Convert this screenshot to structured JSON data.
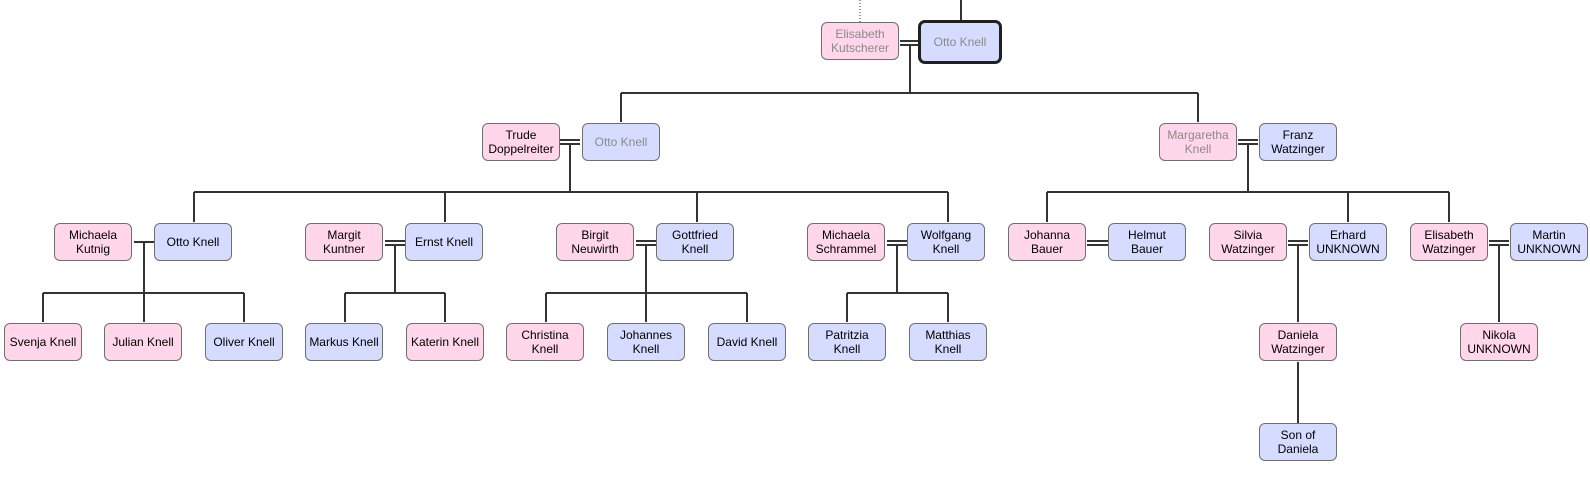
{
  "colors": {
    "female": "#ffd6ea",
    "male": "#d6dcff",
    "line": "#333333"
  },
  "tree": {
    "root_couple": {
      "wife": "Elisabeth Kutscherer",
      "husband": "Otto Knell"
    },
    "gen1_left": {
      "wife": "Trude Doppelreiter",
      "husband": "Otto Knell"
    },
    "gen1_right": {
      "wife": "Margaretha Knell",
      "husband": "Franz Watzinger"
    },
    "gen2": [
      {
        "wife": "Michaela Kutnig",
        "husband": "Otto Knell",
        "children": [
          "Svenja Knell",
          "Julian Knell",
          "Oliver Knell"
        ]
      },
      {
        "wife": "Margit Kuntner",
        "husband": "Ernst Knell",
        "children": [
          "Markus Knell",
          "Katerin Knell"
        ]
      },
      {
        "wife": "Birgit Neuwirth",
        "husband": "Gottfried Knell",
        "children": [
          "Christina Knell",
          "Johannes Knell",
          "David Knell"
        ]
      },
      {
        "wife": "Michaela Schrammel",
        "husband": "Wolfgang Knell",
        "children": [
          "Patritzia Knell",
          "Matthias Knell"
        ]
      },
      {
        "wife": "Johanna Bauer",
        "husband": "Helmut Bauer",
        "children": []
      },
      {
        "wife": "Silvia Watzinger",
        "husband": "Erhard UNKNOWN",
        "children": [
          "Daniela Watzinger"
        ]
      },
      {
        "wife": "Elisabeth Watzinger",
        "husband": "Martin UNKNOWN",
        "children": [
          "Nikola UNKNOWN"
        ]
      }
    ],
    "gen4": {
      "child": "Son of Daniela"
    }
  }
}
